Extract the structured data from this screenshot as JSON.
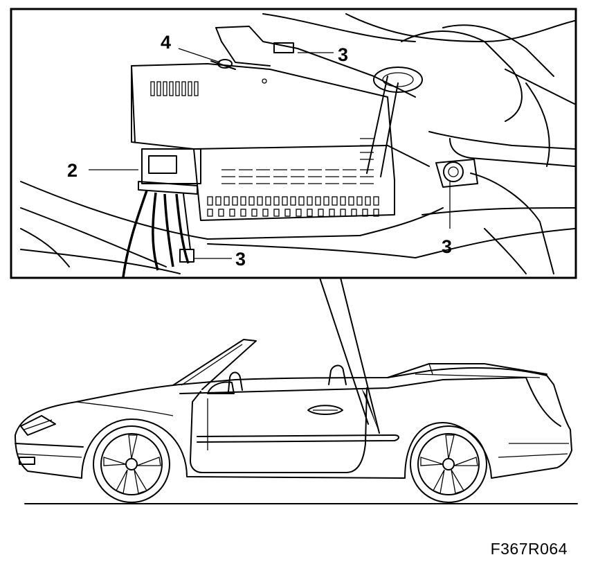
{
  "figure_code": "F367R064",
  "callouts": [
    {
      "id": "c4",
      "label": "4"
    },
    {
      "id": "c3a",
      "label": "3"
    },
    {
      "id": "c2",
      "label": "2"
    },
    {
      "id": "c3b",
      "label": "3"
    },
    {
      "id": "c3c",
      "label": "3"
    }
  ]
}
